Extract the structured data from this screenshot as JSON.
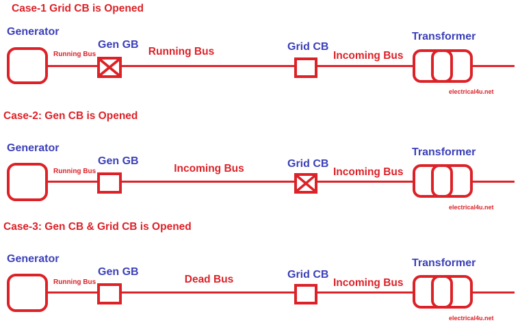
{
  "colors": {
    "red": "#dc2127",
    "blue": "#3a3fb8",
    "bg": "#ffffff"
  },
  "cases": [
    {
      "title": "Case-1 Grid CB is Opened",
      "generator_label": "Generator",
      "tap_label": "Running Bus",
      "gen_breaker_label": "Gen GB",
      "gen_breaker_state": "closed",
      "left_bus_label": "Running Bus",
      "grid_breaker_label": "Grid CB",
      "grid_breaker_state": "open",
      "right_bus_label": "Incoming Bus",
      "transformer_label": "Transformer",
      "watermark": "electrical4u.net"
    },
    {
      "title": "Case-2: Gen CB is Opened",
      "generator_label": "Generator",
      "tap_label": "Running Bus",
      "gen_breaker_label": "Gen GB",
      "gen_breaker_state": "open",
      "left_bus_label": "Incoming Bus",
      "grid_breaker_label": "Grid CB",
      "grid_breaker_state": "closed",
      "right_bus_label": "Incoming Bus",
      "transformer_label": "Transformer",
      "watermark": "electrical4u.net"
    },
    {
      "title": "Case-3: Gen CB & Grid CB is Opened",
      "generator_label": "Generator",
      "tap_label": "Running Bus",
      "gen_breaker_label": "Gen GB",
      "gen_breaker_state": "open",
      "left_bus_label": "Dead Bus",
      "grid_breaker_label": "Grid CB",
      "grid_breaker_state": "open",
      "right_bus_label": "Incoming Bus",
      "transformer_label": "Transformer",
      "watermark": "electrical4u.net"
    }
  ]
}
